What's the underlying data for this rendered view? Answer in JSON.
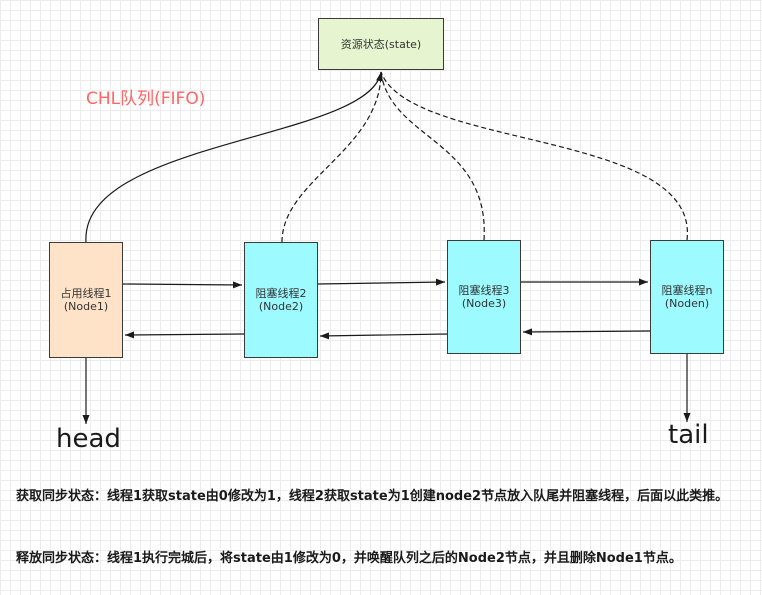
{
  "state_box": {
    "label": "资源状态(state)"
  },
  "queue_title": "CHL队列(FIFO)",
  "nodes": [
    {
      "line1": "占用线程1",
      "line2": "(Node1)"
    },
    {
      "line1": "阻塞线程2",
      "line2": "(Node2)"
    },
    {
      "line1": "阻塞线程3",
      "line2": "(Node3)"
    },
    {
      "line1": "阻塞线程n",
      "line2": "(Noden)"
    }
  ],
  "head_label": "head",
  "tail_label": "tail",
  "notes": {
    "acquire": "获取同步状态：线程1获取state由0修改为1，线程2获取state为1创建node2节点放入队尾并阻塞线程，后面以此类推。",
    "release": "释放同步状态：线程1执行完城后，将state由1修改为0，并唤醒队列之后的Node2节点，并且删除Node1节点。"
  },
  "colors": {
    "state_fill": "#e6f5cf",
    "occupied_fill": "#ffe3c8",
    "blocked_fill": "#9dfaff",
    "title_color": "#ff6666"
  }
}
